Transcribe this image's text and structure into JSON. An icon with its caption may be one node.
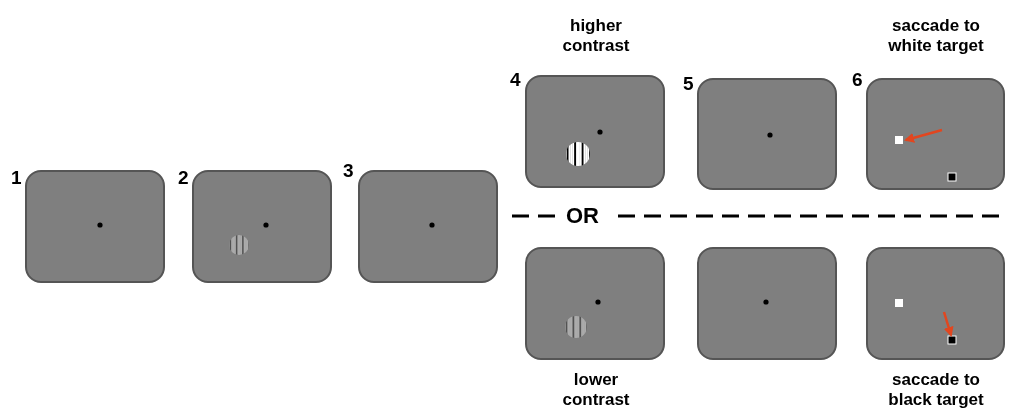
{
  "diagram": {
    "nodes": [
      {
        "text": [],
        "shape": "box",
        "beside": [
          "1"
        ]
      },
      {
        "text": [],
        "shape": "box",
        "beside": [
          "2"
        ]
      },
      {
        "text": [],
        "shape": "box",
        "beside": [
          "3"
        ]
      },
      {
        "text": [],
        "shape": "box",
        "beside": [
          "4",
          "higher contrast"
        ]
      },
      {
        "text": [],
        "shape": "box",
        "beside": [
          "5"
        ]
      },
      {
        "text": [],
        "shape": "box",
        "beside": [
          "6",
          "saccade to white target"
        ]
      },
      {
        "text": [],
        "shape": "box",
        "beside": [
          "lower contrast"
        ]
      },
      {
        "text": [],
        "shape": "box"
      },
      {
        "text": [],
        "shape": "box",
        "beside": [
          "saccade to black target"
        ]
      }
    ],
    "labels": [
      "OR"
    ]
  }
}
